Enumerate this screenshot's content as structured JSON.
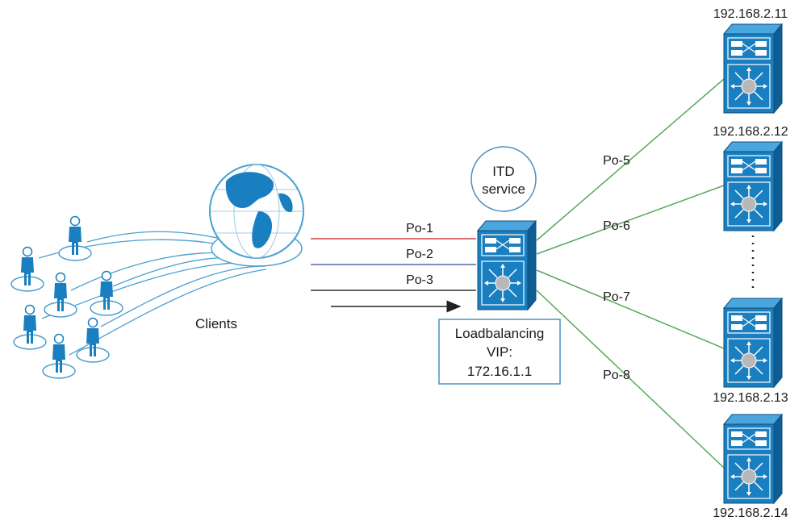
{
  "clients_label": "Clients",
  "itd_service": {
    "line1": "ITD",
    "line2": "service"
  },
  "client_links": [
    {
      "label": "Po-1",
      "color": "#d04040"
    },
    {
      "label": "Po-2",
      "color": "#5a6aa8"
    },
    {
      "label": "Po-3",
      "color": "#333333"
    }
  ],
  "loadbalancing": {
    "line1": "Loadbalancing",
    "line2": "VIP:",
    "line3": "172.16.1.1"
  },
  "server_links": [
    {
      "label": "Po-5"
    },
    {
      "label": "Po-6"
    },
    {
      "label": "Po-7"
    },
    {
      "label": "Po-8"
    }
  ],
  "servers": [
    {
      "ip": "192.168.2.11"
    },
    {
      "ip": "192.168.2.12"
    },
    {
      "ip": "192.168.2.13"
    },
    {
      "ip": "192.168.2.14"
    }
  ],
  "colors": {
    "switch_blue": "#1a7fc0",
    "switch_dark": "#0f5e93",
    "server_link_green": "#5aa85a",
    "box_border": "#4a90c0",
    "client_arc": "#4a9fd0"
  }
}
